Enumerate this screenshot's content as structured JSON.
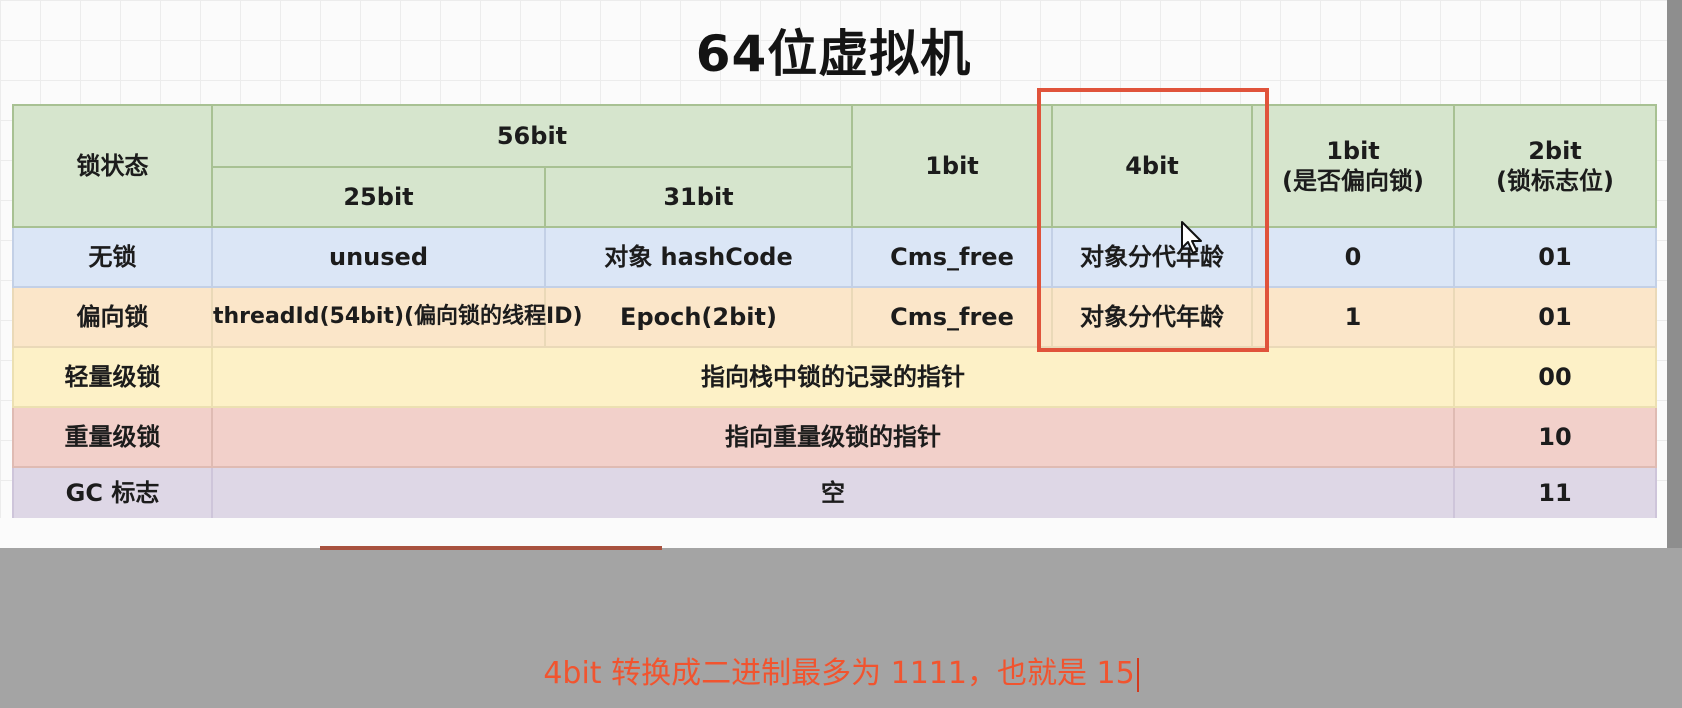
{
  "title": "64位虚拟机",
  "table": {
    "header": {
      "lock_state": "锁状态",
      "bits_56": "56bit",
      "bits_25": "25bit",
      "bits_31": "31bit",
      "bits_1": "1bit",
      "bits_4": "4bit",
      "biased_flag_bits": "1bit",
      "biased_flag_label": "(是否偏向锁)",
      "lock_flag_bits": "2bit",
      "lock_flag_label": "(锁标志位)"
    },
    "rows": [
      {
        "state": "无锁",
        "c1": "unused",
        "c2": "对象 hashCode",
        "c3": "Cms_free",
        "c4": "对象分代年龄",
        "c5": "0",
        "c6": "01"
      },
      {
        "state": "偏向锁",
        "c1": "threadId(54bit)(偏向锁的线程ID)",
        "c2": "Epoch(2bit)",
        "c3": "Cms_free",
        "c4": "对象分代年龄",
        "c5": "1",
        "c6": "01"
      },
      {
        "state": "轻量级锁",
        "merged": "指向栈中锁的记录的指针",
        "c6": "00"
      },
      {
        "state": "重量级锁",
        "merged": "指向重量级锁的指针",
        "c6": "10"
      },
      {
        "state": "GC 标志",
        "merged": "空",
        "c6": "11"
      }
    ]
  },
  "caption": "4bit 转换成二进制最多为 1111，也就是 15",
  "colors": {
    "highlight": "#e0533b",
    "caption": "#f1542f",
    "header_bg": "#d6e5cd",
    "no_lock_bg": "#dbe6f6",
    "biased_bg": "#fbe6c9",
    "light_bg": "#fdf1c7",
    "heavy_bg": "#f2d0ca",
    "gc_bg": "#ded7e6"
  },
  "icons": {
    "cursor": "mouse-pointer-icon"
  }
}
